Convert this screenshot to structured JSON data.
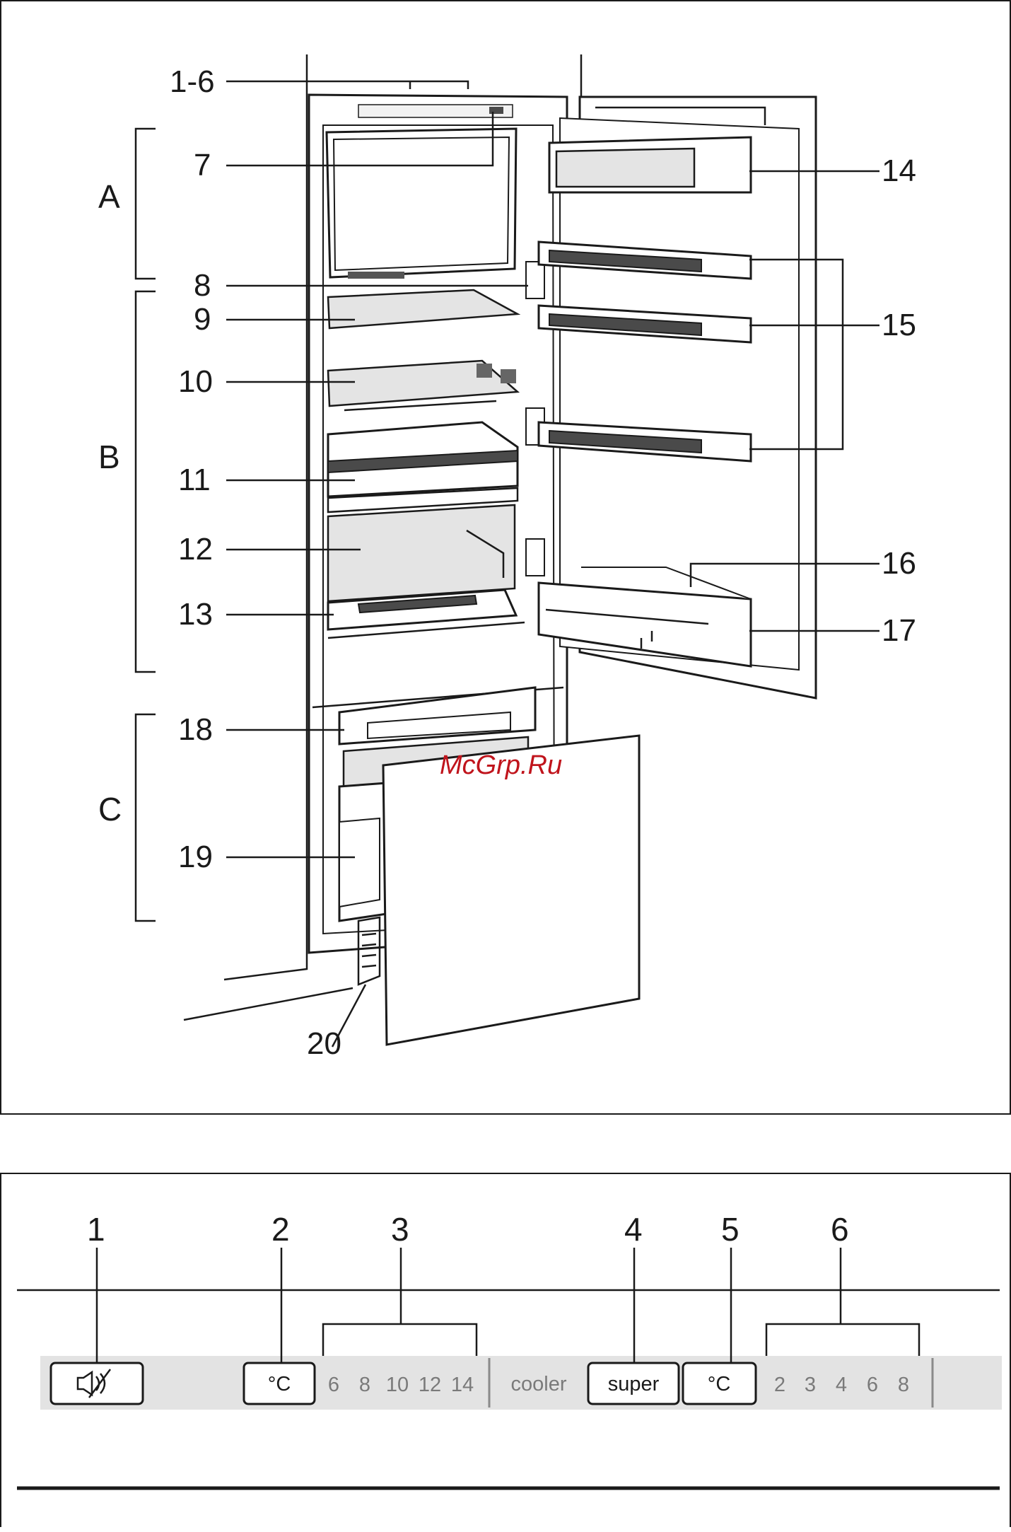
{
  "diagram": {
    "callouts": [
      "1-6",
      "7",
      "8",
      "9",
      "10",
      "11",
      "12",
      "13",
      "14",
      "15",
      "16",
      "17",
      "18",
      "19",
      "20"
    ],
    "sections": [
      "A",
      "B",
      "C"
    ],
    "watermark": "McGrp.Ru"
  },
  "panel": {
    "callouts": [
      "1",
      "2",
      "3",
      "4",
      "5",
      "6"
    ],
    "unit_symbol": "°C",
    "cooler_scale": [
      "6",
      "8",
      "10",
      "12",
      "14"
    ],
    "cooler_label": "cooler",
    "super_label": "super",
    "freezer_scale": [
      "2",
      "3",
      "4",
      "6",
      "8"
    ],
    "icons": [
      "alarm-mute-icon"
    ]
  }
}
